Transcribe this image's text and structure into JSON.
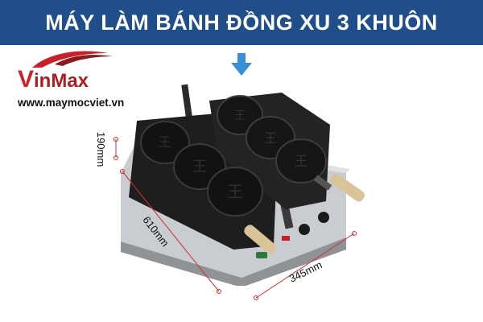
{
  "banner": {
    "title": "MÁY LÀM BÁNH ĐỒNG XU 3 KHUÔN",
    "background": "#1f4e8a"
  },
  "logo": {
    "brand_initial": "V",
    "brand_rest": "inMax",
    "website": "www.maymocviet.vn",
    "color": "#c8202a"
  },
  "dimensions": {
    "height_label": "190mm",
    "length_label": "610mm",
    "width_label": "345mm"
  },
  "icons": {
    "down_arrow": "down-arrow-icon"
  },
  "accent": "#3a8ed8"
}
